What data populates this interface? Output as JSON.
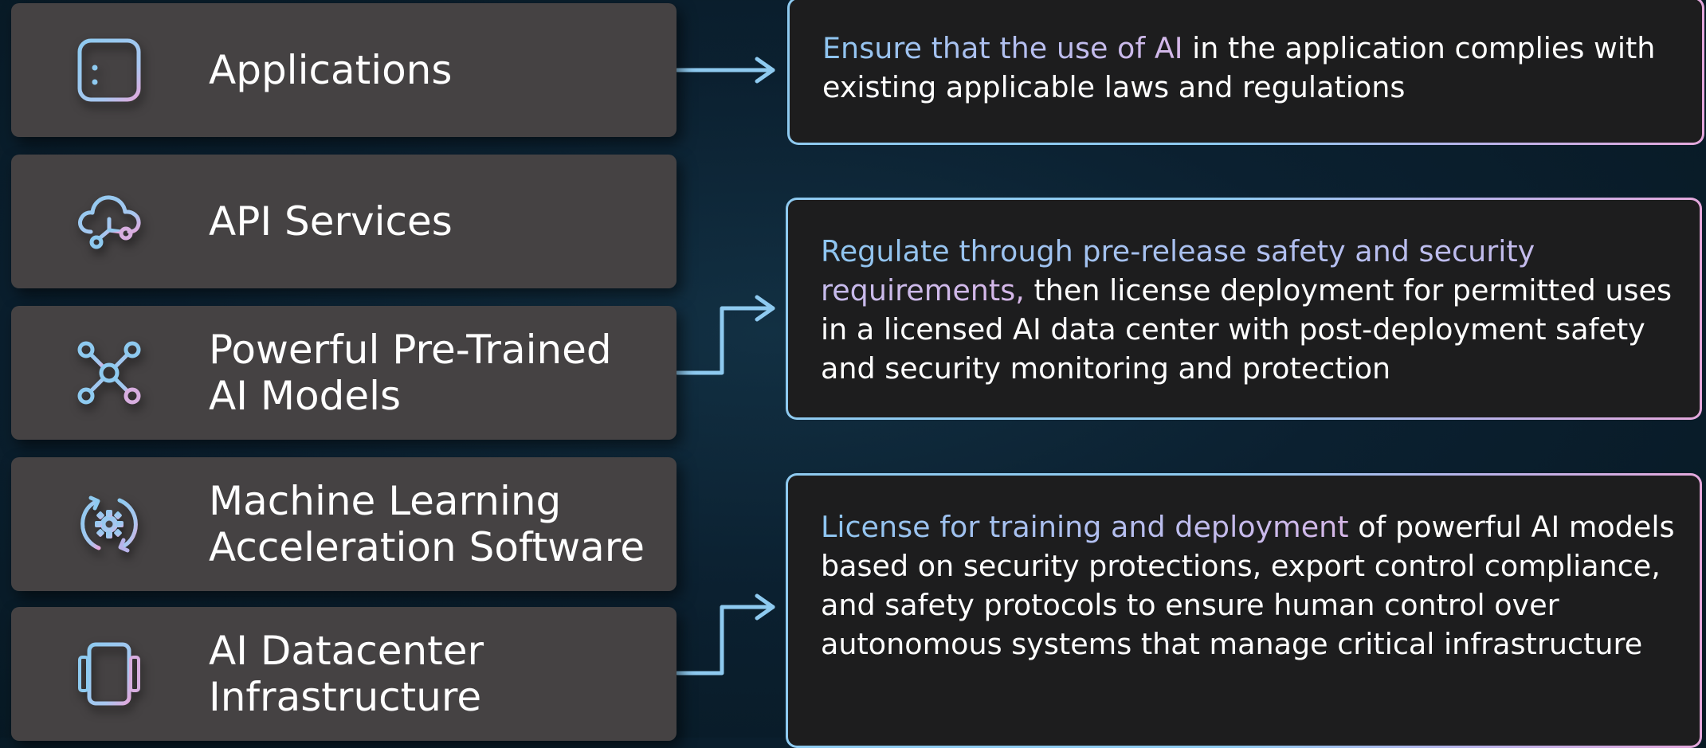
{
  "layers": [
    {
      "label": "Applications",
      "icon": "application-window-icon"
    },
    {
      "label": "API Services",
      "icon": "cloud-api-icon"
    },
    {
      "label": "Powerful Pre-Trained\nAI Models",
      "icon": "network-nodes-icon"
    },
    {
      "label": "Machine Learning\nAcceleration Software",
      "icon": "gear-refresh-icon"
    },
    {
      "label": "AI Datacenter\nInfrastructure",
      "icon": "server-rack-icon"
    }
  ],
  "descriptions": [
    {
      "highlight": "Ensure that the use of AI",
      "rest": " in the application complies with existing applicable laws and regulations"
    },
    {
      "highlight": "Regulate through pre-release safety and security requirements,",
      "rest": " then license deployment for permitted uses in a licensed AI data center with post-deployment safety and security monitoring and protection"
    },
    {
      "highlight": "License for training and deployment",
      "rest": " of powerful AI models based on security protections, export control compliance, and safety protocols to ensure human control over autonomous systems that manage critical infrastructure"
    }
  ],
  "colors": {
    "background": "#0b2030",
    "layer_fill": "#454243",
    "box_fill": "#1d1d1e",
    "accent_blue": "#8ecaf0",
    "accent_pink": "#e4a8dc"
  }
}
